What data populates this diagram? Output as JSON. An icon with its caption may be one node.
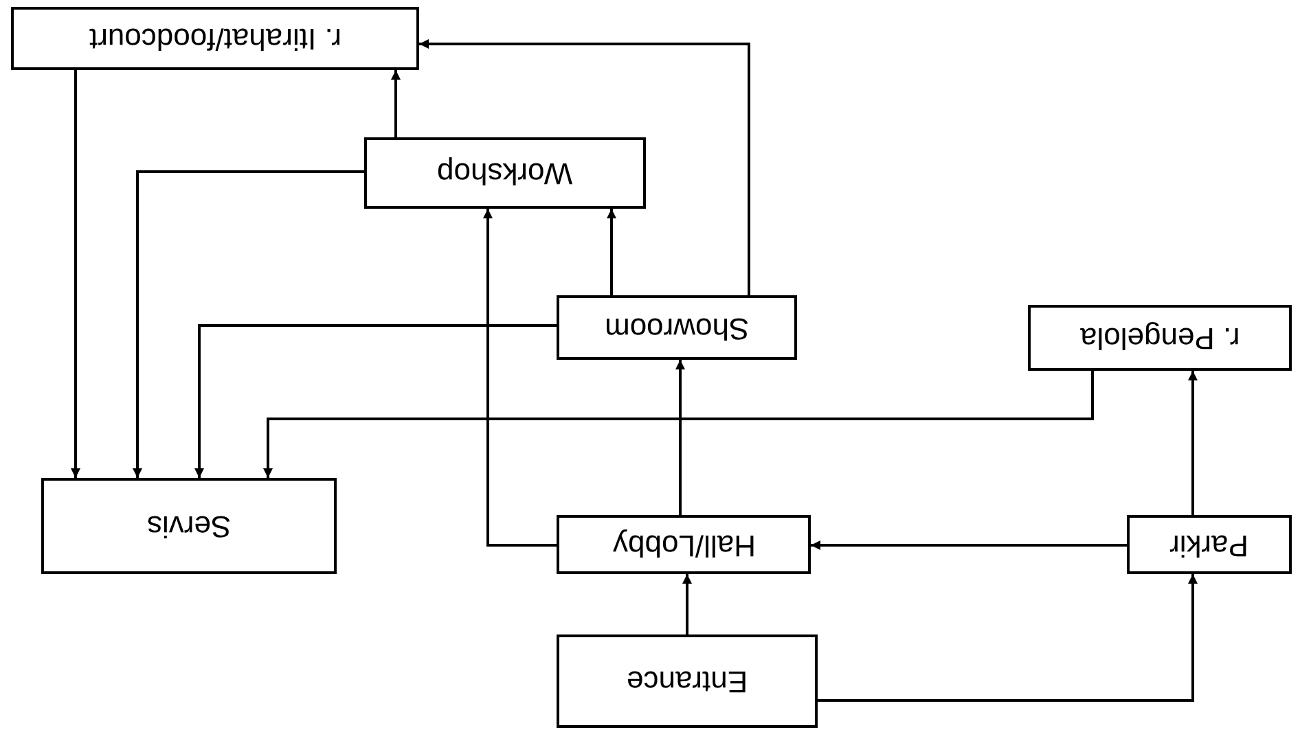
{
  "diagram": {
    "nodes": [
      {
        "text": [
          "r. Itirahat/foodcourt"
        ]
      },
      {
        "text": [
          "Workshop"
        ]
      },
      {
        "text": [
          "Showroom"
        ]
      },
      {
        "text": [
          "r. Pengelola"
        ]
      },
      {
        "text": [
          "Servis"
        ]
      },
      {
        "text": [
          "Hall/Lobby"
        ]
      },
      {
        "text": [
          "Parkir"
        ]
      },
      {
        "text": [
          "Entrance"
        ]
      }
    ],
    "edges": [
      {
        "from": 7,
        "to": 5,
        "arrow": "to"
      },
      {
        "from": 7,
        "to": 6,
        "arrow": "to"
      },
      {
        "from": 6,
        "to": 5,
        "arrow": "to"
      },
      {
        "from": 6,
        "to": 3,
        "arrow": "to"
      },
      {
        "from": 5,
        "to": 2,
        "arrow": "to"
      },
      {
        "from": 5,
        "to": 1,
        "arrow": "to"
      },
      {
        "from": 2,
        "to": 1,
        "arrow": "to"
      },
      {
        "from": 2,
        "to": 0,
        "arrow": "to"
      },
      {
        "from": 2,
        "to": 4,
        "arrow": "to"
      },
      {
        "from": 3,
        "to": 4,
        "arrow": "to"
      },
      {
        "from": 1,
        "to": 0,
        "arrow": "to"
      },
      {
        "from": 1,
        "to": 4,
        "arrow": "to"
      },
      {
        "from": 0,
        "to": 4,
        "arrow": "to"
      }
    ]
  }
}
